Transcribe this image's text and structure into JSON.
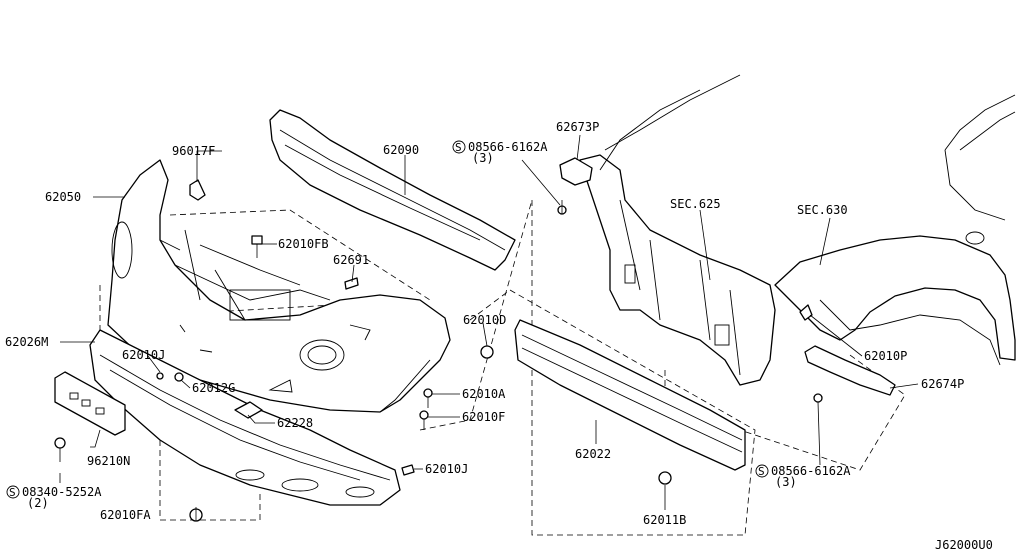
{
  "labels": {
    "p96017F": "96017F",
    "p62050": "62050",
    "p62090": "62090",
    "p62010FB": "62010FB",
    "p62691": "62691",
    "p62026M": "62026M",
    "p62010J_a": "62010J",
    "p62012G": "62012G",
    "p62228": "62228",
    "p62010D": "62010D",
    "p62010A": "62010A",
    "p62010F": "62010F",
    "p62010J_b": "62010J",
    "p96210N": "96210N",
    "p08340": "08340-5252A",
    "p08340_qty": "(2)",
    "p62010FA": "62010FA",
    "p62022": "62022",
    "p62011B": "62011B",
    "p62673P": "62673P",
    "p08566_top": "08566-6162A",
    "p08566_top_qty": "(3)",
    "sec625": "SEC.625",
    "sec630": "SEC.630",
    "p62010P": "62010P",
    "p62674P": "62674P",
    "p08566_bot": "08566-6162A",
    "p08566_bot_qty": "(3)",
    "diagram_code": "J62000U0"
  },
  "symbols": {
    "screw_symbol": "S"
  }
}
